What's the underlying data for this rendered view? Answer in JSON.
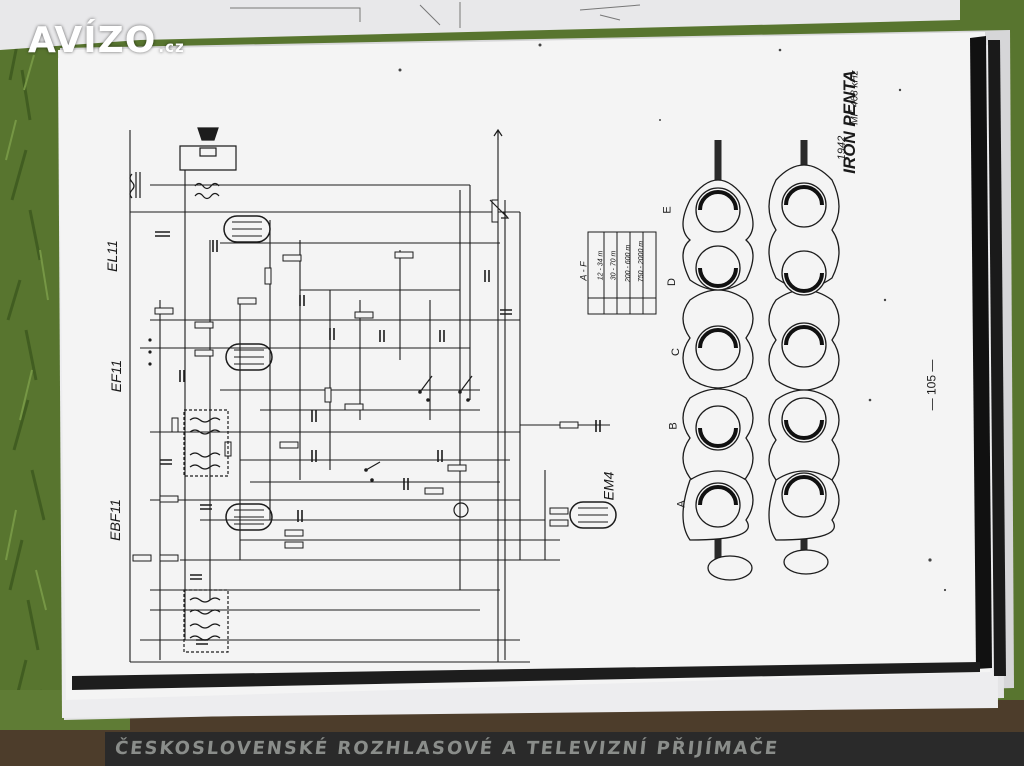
{
  "watermark": {
    "brand": "AVÍZO",
    "suffix": ".cz"
  },
  "page": {
    "title": "IRON PENTA",
    "year": "1942",
    "if_note": "MF-468 kHz",
    "page_number": "— 105 —"
  },
  "tubes": {
    "el11": "EL11",
    "ef11": "EF11",
    "ebf11": "EBF11",
    "em4": "EM4"
  },
  "band_table": {
    "header": "A - F",
    "rows": [
      "12 - 34 m",
      "30 - 70 m",
      "200 - 600 m",
      "750 - 2000 m"
    ]
  },
  "switch_letters": [
    "A",
    "B",
    "C",
    "D",
    "E"
  ],
  "book_spine": "ČESKOSLOVENSKÉ ROZHLASOVÉ A TELEVIZNÍ PŘIJÍMAČE"
}
